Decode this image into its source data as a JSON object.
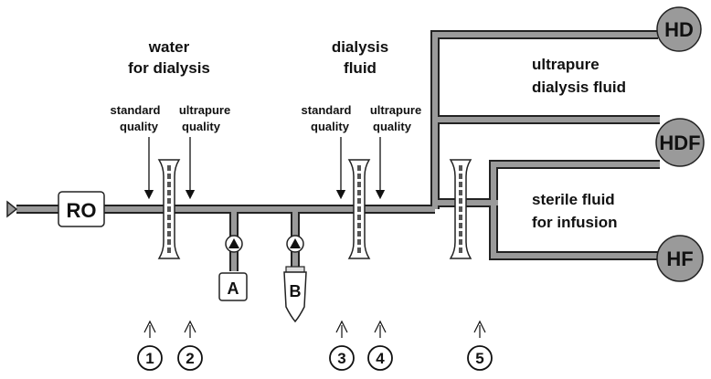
{
  "labels": {
    "water_title_1": "water",
    "water_title_2": "for dialysis",
    "dialysis_title_1": "dialysis",
    "dialysis_title_2": "fluid",
    "std_quality_1_a": "standard",
    "std_quality_1_b": "quality",
    "ultra_quality_1_a": "ultrapure",
    "ultra_quality_1_b": "quality",
    "std_quality_2_a": "standard",
    "std_quality_2_b": "quality",
    "ultra_quality_2_a": "ultrapure",
    "ultra_quality_2_b": "quality",
    "ultrapure_fluid_1": "ultrapure",
    "ultrapure_fluid_2": "dialysis fluid",
    "sterile_fluid_1": "sterile fluid",
    "sterile_fluid_2": "for infusion"
  },
  "nodes": {
    "ro": "RO",
    "a": "A",
    "b": "B",
    "hd": "HD",
    "hdf": "HDF",
    "hf": "HF"
  },
  "sample_points": [
    "1",
    "2",
    "3",
    "4",
    "5"
  ],
  "colors": {
    "pipe": "#9a9a9a",
    "pipe_outline": "#222222",
    "terminal": "#9a9a9a"
  }
}
